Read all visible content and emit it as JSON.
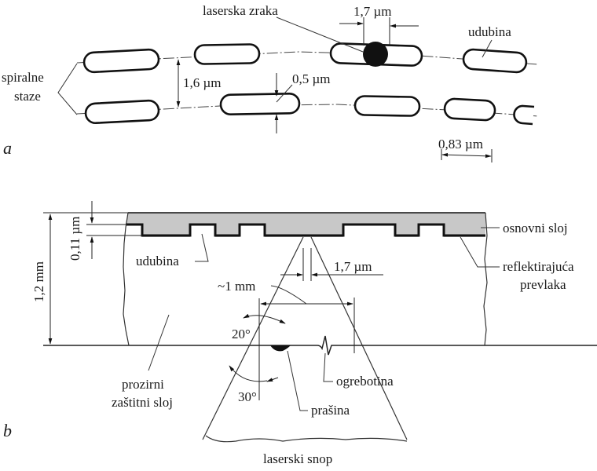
{
  "diagram": {
    "panel_a": {
      "label": "a",
      "laser_spot_label": "laserska zraka",
      "spot_width_label": "1,7 µm",
      "pit_label": "udubina",
      "tracks_label_line1": "spiralne",
      "tracks_label_line2": "staze",
      "track_pitch_label": "1,6 µm",
      "pit_width_label": "0,5 µm",
      "min_pit_length_label": "0,83 µm"
    },
    "panel_b": {
      "label": "b",
      "pit_depth_label": "0,11 µm",
      "disc_thickness_label": "1,2 mm",
      "pit_label": "udubina",
      "substrate_label": "osnovni sloj",
      "reflective_label_line1": "reflektirajuća",
      "reflective_label_line2": "prevlaka",
      "focus_spot_label": "1,7 µm",
      "surface_beam_label": "~1 mm",
      "angle_inner_label": "20°",
      "angle_outer_label": "30°",
      "protective_label_line1": "prozirni",
      "protective_label_line2": "zaštitni sloj",
      "scratch_label": "ogrebotina",
      "dust_label": "prašina",
      "beam_label": "laserski snop"
    },
    "colors": {
      "substrate_fill": "#c8c8c8",
      "ink": "#111111"
    }
  }
}
